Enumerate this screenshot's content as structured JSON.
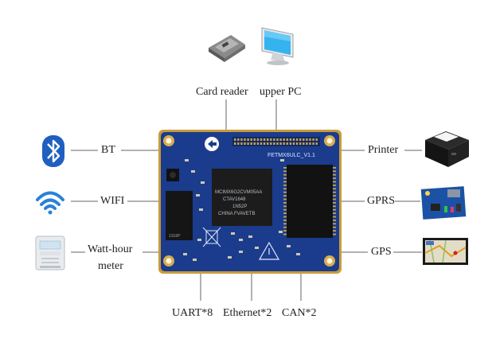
{
  "labels": {
    "card_reader": "Card reader",
    "upper_pc": "upper PC",
    "bt": "BT",
    "wifi": "WIFI",
    "meter_line1": "Watt-hour",
    "meter_line2": "meter",
    "printer": "Printer",
    "gprs": "GPRS",
    "gps": "GPS",
    "uart": "UART*8",
    "ethernet": "Ethernet*2",
    "can": "CAN*2"
  },
  "board": {
    "silk_title": "FETMX6ULC_V1.1",
    "cpu_line1": "MCIMX6G2CVM05AA",
    "cpu_line2": "CTAV1648",
    "cpu_line3": "1N52P",
    "cpu_line4": "CHINA FVAVETB"
  },
  "icons": [
    "bluetooth-icon",
    "wifi-icon",
    "watt-hour-meter-icon",
    "card-reader-icon",
    "monitor-icon",
    "printer-icon",
    "gprs-module-icon",
    "gps-screen-icon"
  ],
  "colors": {
    "pcb": "#1b3c8c",
    "bluetooth": "#1f5fbf",
    "wifi": "#2a82d6",
    "connector_line": "#666666"
  }
}
